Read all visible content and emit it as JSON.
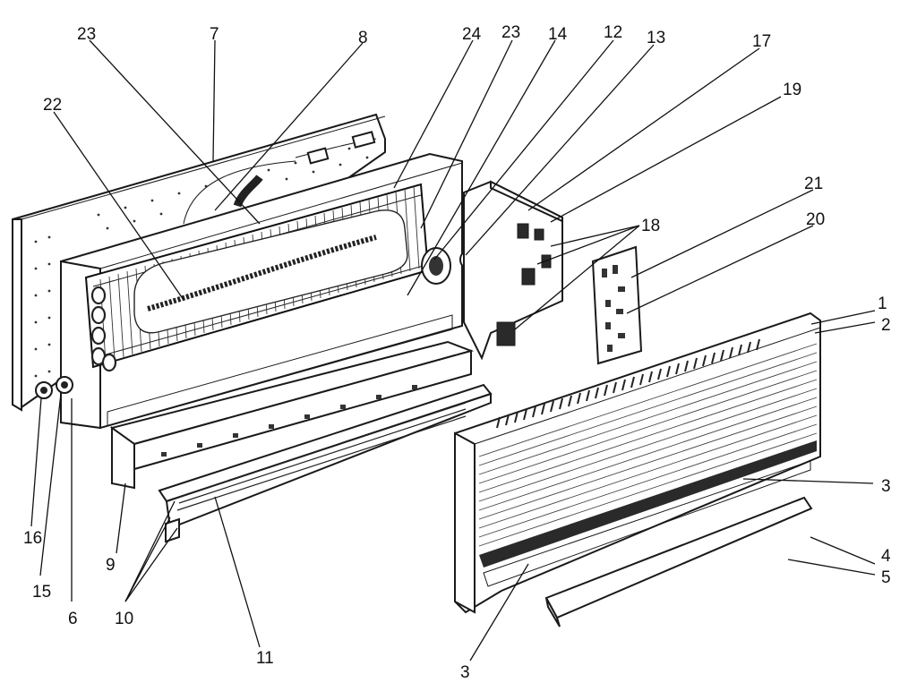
{
  "diagram": {
    "labels": {
      "l1": "1",
      "l2": "2",
      "l3a": "3",
      "l3b": "3",
      "l4": "4",
      "l5": "5",
      "l6": "6",
      "l7": "7",
      "l8": "8",
      "l9": "9",
      "l10": "10",
      "l11": "11",
      "l12": "12",
      "l13": "13",
      "l14": "14",
      "l15": "15",
      "l16": "16",
      "l17": "17",
      "l18": "18",
      "l19": "19",
      "l20": "20",
      "l21": "21",
      "l22": "22",
      "l23a": "23",
      "l23b": "23",
      "l24": "24"
    }
  }
}
